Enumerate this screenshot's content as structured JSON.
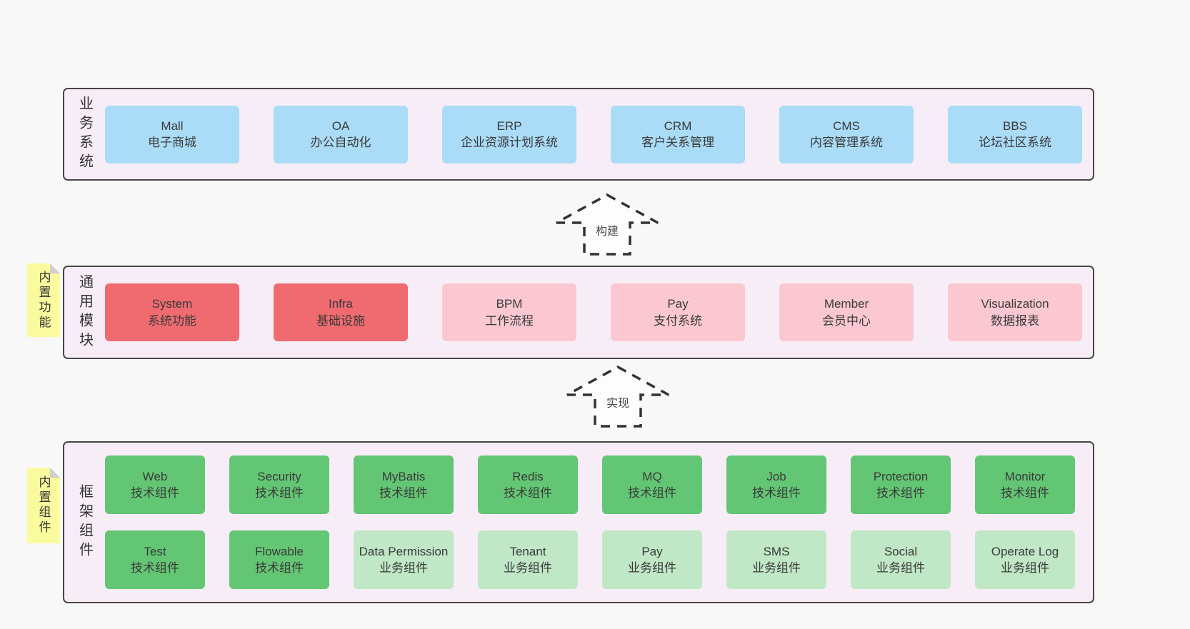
{
  "colors": {
    "page_bg": "#f8f8f8",
    "band_bg": "#f7edf6",
    "band_border": "#474747",
    "blue_box": "#aadcf7",
    "red_box": "#ef6b6f",
    "pink_box": "#fbc8d1",
    "green_box": "#63c674",
    "light_green_box": "#c0e7c6",
    "sticky_yellow": "#fafa9e",
    "text": "#3a3a3a"
  },
  "stickies": [
    {
      "label": "内置功能"
    },
    {
      "label": "内置组件"
    }
  ],
  "arrows": [
    {
      "label": "构建"
    },
    {
      "label": "实现"
    }
  ],
  "bands": [
    {
      "label": "业务系统",
      "items": [
        {
          "en": "Mall",
          "zh": "电子商城"
        },
        {
          "en": "OA",
          "zh": "办公自动化"
        },
        {
          "en": "ERP",
          "zh": "企业资源计划系统"
        },
        {
          "en": "CRM",
          "zh": "客户关系管理"
        },
        {
          "en": "CMS",
          "zh": "内容管理系统"
        },
        {
          "en": "BBS",
          "zh": "论坛社区系统"
        }
      ]
    },
    {
      "label": "通用模块",
      "items": [
        {
          "en": "System",
          "zh": "系统功能"
        },
        {
          "en": "Infra",
          "zh": "基础设施"
        },
        {
          "en": "BPM",
          "zh": "工作流程"
        },
        {
          "en": "Pay",
          "zh": "支付系统"
        },
        {
          "en": "Member",
          "zh": "会员中心"
        },
        {
          "en": "Visualization",
          "zh": "数据报表"
        }
      ]
    },
    {
      "label": "框架组件",
      "items": [
        {
          "en": "Web",
          "zh": "技术组件"
        },
        {
          "en": "Security",
          "zh": "技术组件"
        },
        {
          "en": "MyBatis",
          "zh": "技术组件"
        },
        {
          "en": "Redis",
          "zh": "技术组件"
        },
        {
          "en": "MQ",
          "zh": "技术组件"
        },
        {
          "en": "Job",
          "zh": "技术组件"
        },
        {
          "en": "Protection",
          "zh": "技术组件"
        },
        {
          "en": "Monitor",
          "zh": "技术组件"
        },
        {
          "en": "Test",
          "zh": "技术组件"
        },
        {
          "en": "Flowable",
          "zh": "技术组件"
        },
        {
          "en": "Data Permission",
          "zh": "业务组件"
        },
        {
          "en": "Tenant",
          "zh": "业务组件"
        },
        {
          "en": "Pay",
          "zh": "业务组件"
        },
        {
          "en": "SMS",
          "zh": "业务组件"
        },
        {
          "en": "Social",
          "zh": "业务组件"
        },
        {
          "en": "Operate Log",
          "zh": "业务组件"
        }
      ]
    }
  ]
}
